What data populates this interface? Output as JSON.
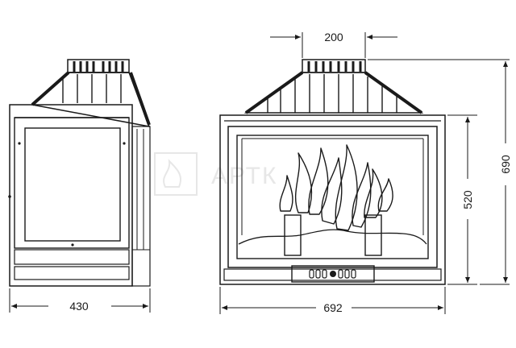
{
  "watermark": "АРТК",
  "dimensions": {
    "side_depth": "430",
    "front_width": "692",
    "flue_width": "200",
    "body_height": "520",
    "total_height": "690"
  },
  "colors": {
    "line": "#1a1a1a",
    "watermark": "#e7e7e7"
  }
}
